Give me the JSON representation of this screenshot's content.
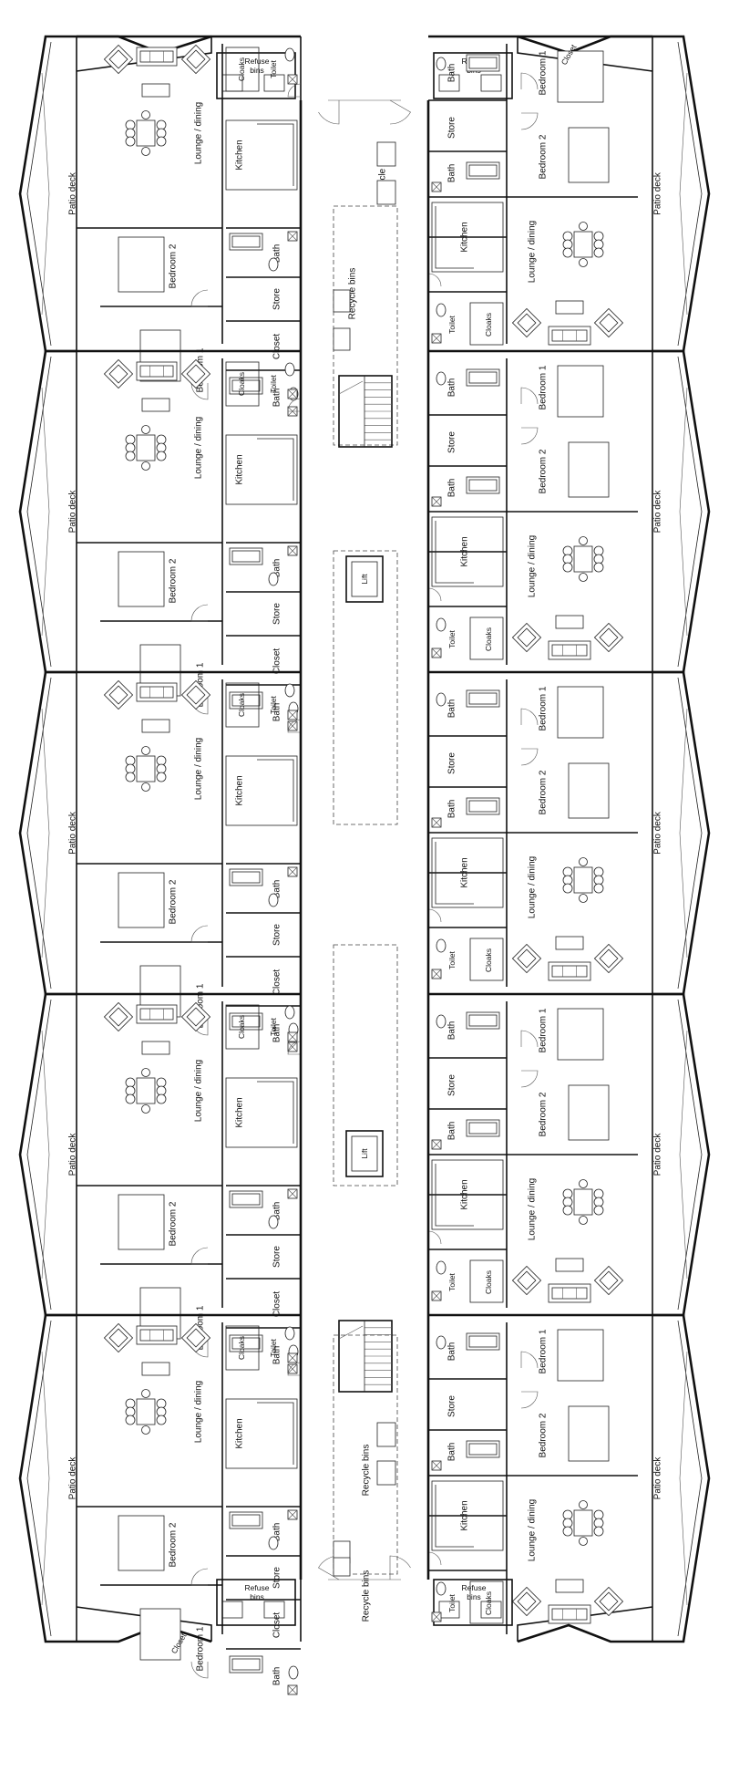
{
  "labels": {
    "patio_deck": "Patio deck",
    "lounge_dining": "Lounge / dining",
    "kitchen": "Kitchen",
    "bedroom_1": "Bedroom 1",
    "bedroom_2": "Bedroom 2",
    "bath": "Bath",
    "store": "Store",
    "closet": "Closet",
    "toilet": "Toilet",
    "cloaks": "Cloaks",
    "recycle_bins": "Recycle bins",
    "refuse_bins": "Refuse bins",
    "lift": "Lift"
  },
  "colors": {
    "line": "#111111",
    "background": "#ffffff"
  }
}
